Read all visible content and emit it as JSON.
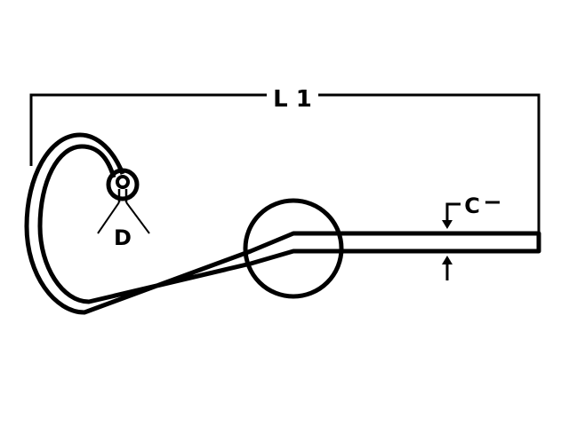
{
  "diagram": {
    "type": "technical-drawing",
    "subject": "hitch pin clip (hairpin cotter)",
    "labels": {
      "overall_length": "L 1",
      "wire_diameter": "C",
      "eye_diameter": "D"
    },
    "colors": {
      "line": "#000000",
      "background": "#ffffff"
    }
  }
}
